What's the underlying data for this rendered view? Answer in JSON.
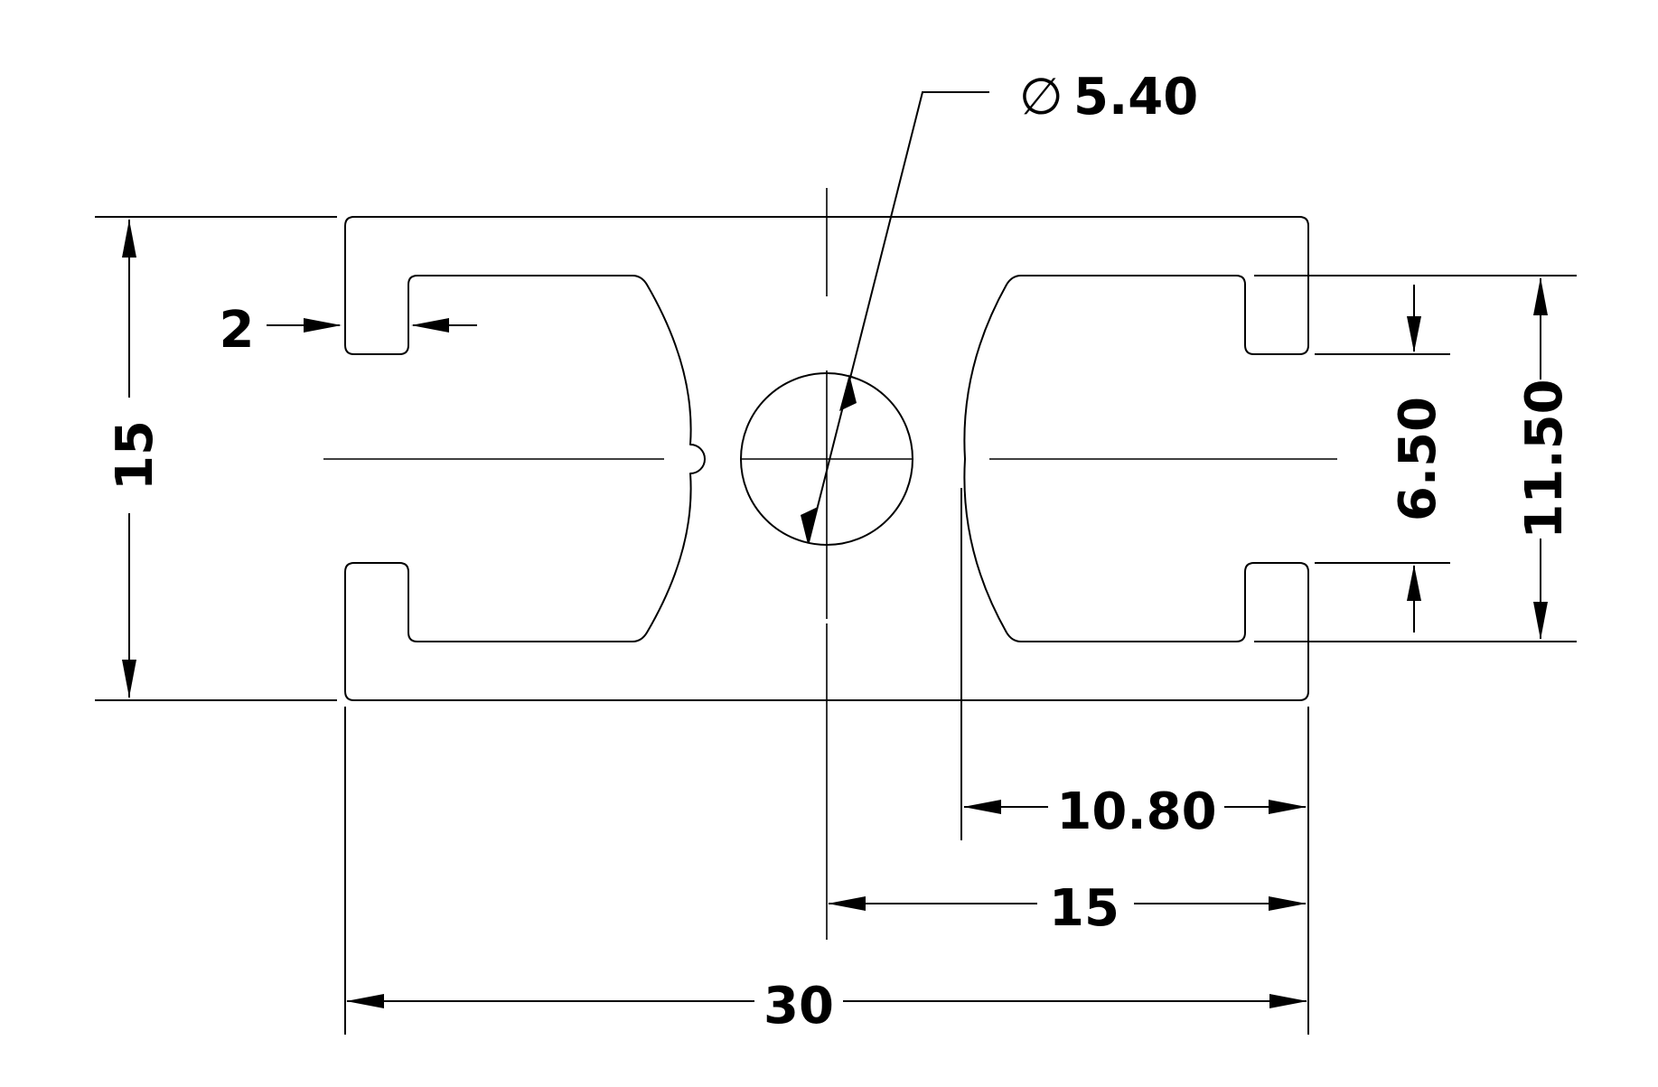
{
  "colors": {
    "profile_fill": "#c8c8c8",
    "line": "#000000",
    "background": "#ffffff"
  },
  "dimensions": {
    "hole_symbol": "∅",
    "hole_diameter": "5.40",
    "height_total": "15",
    "wall_thickness": "2",
    "slot_opening": "6.50",
    "slot_depth_span": "11.50",
    "center_to_web": "10.80",
    "half_width": "15",
    "width_total": "30"
  }
}
